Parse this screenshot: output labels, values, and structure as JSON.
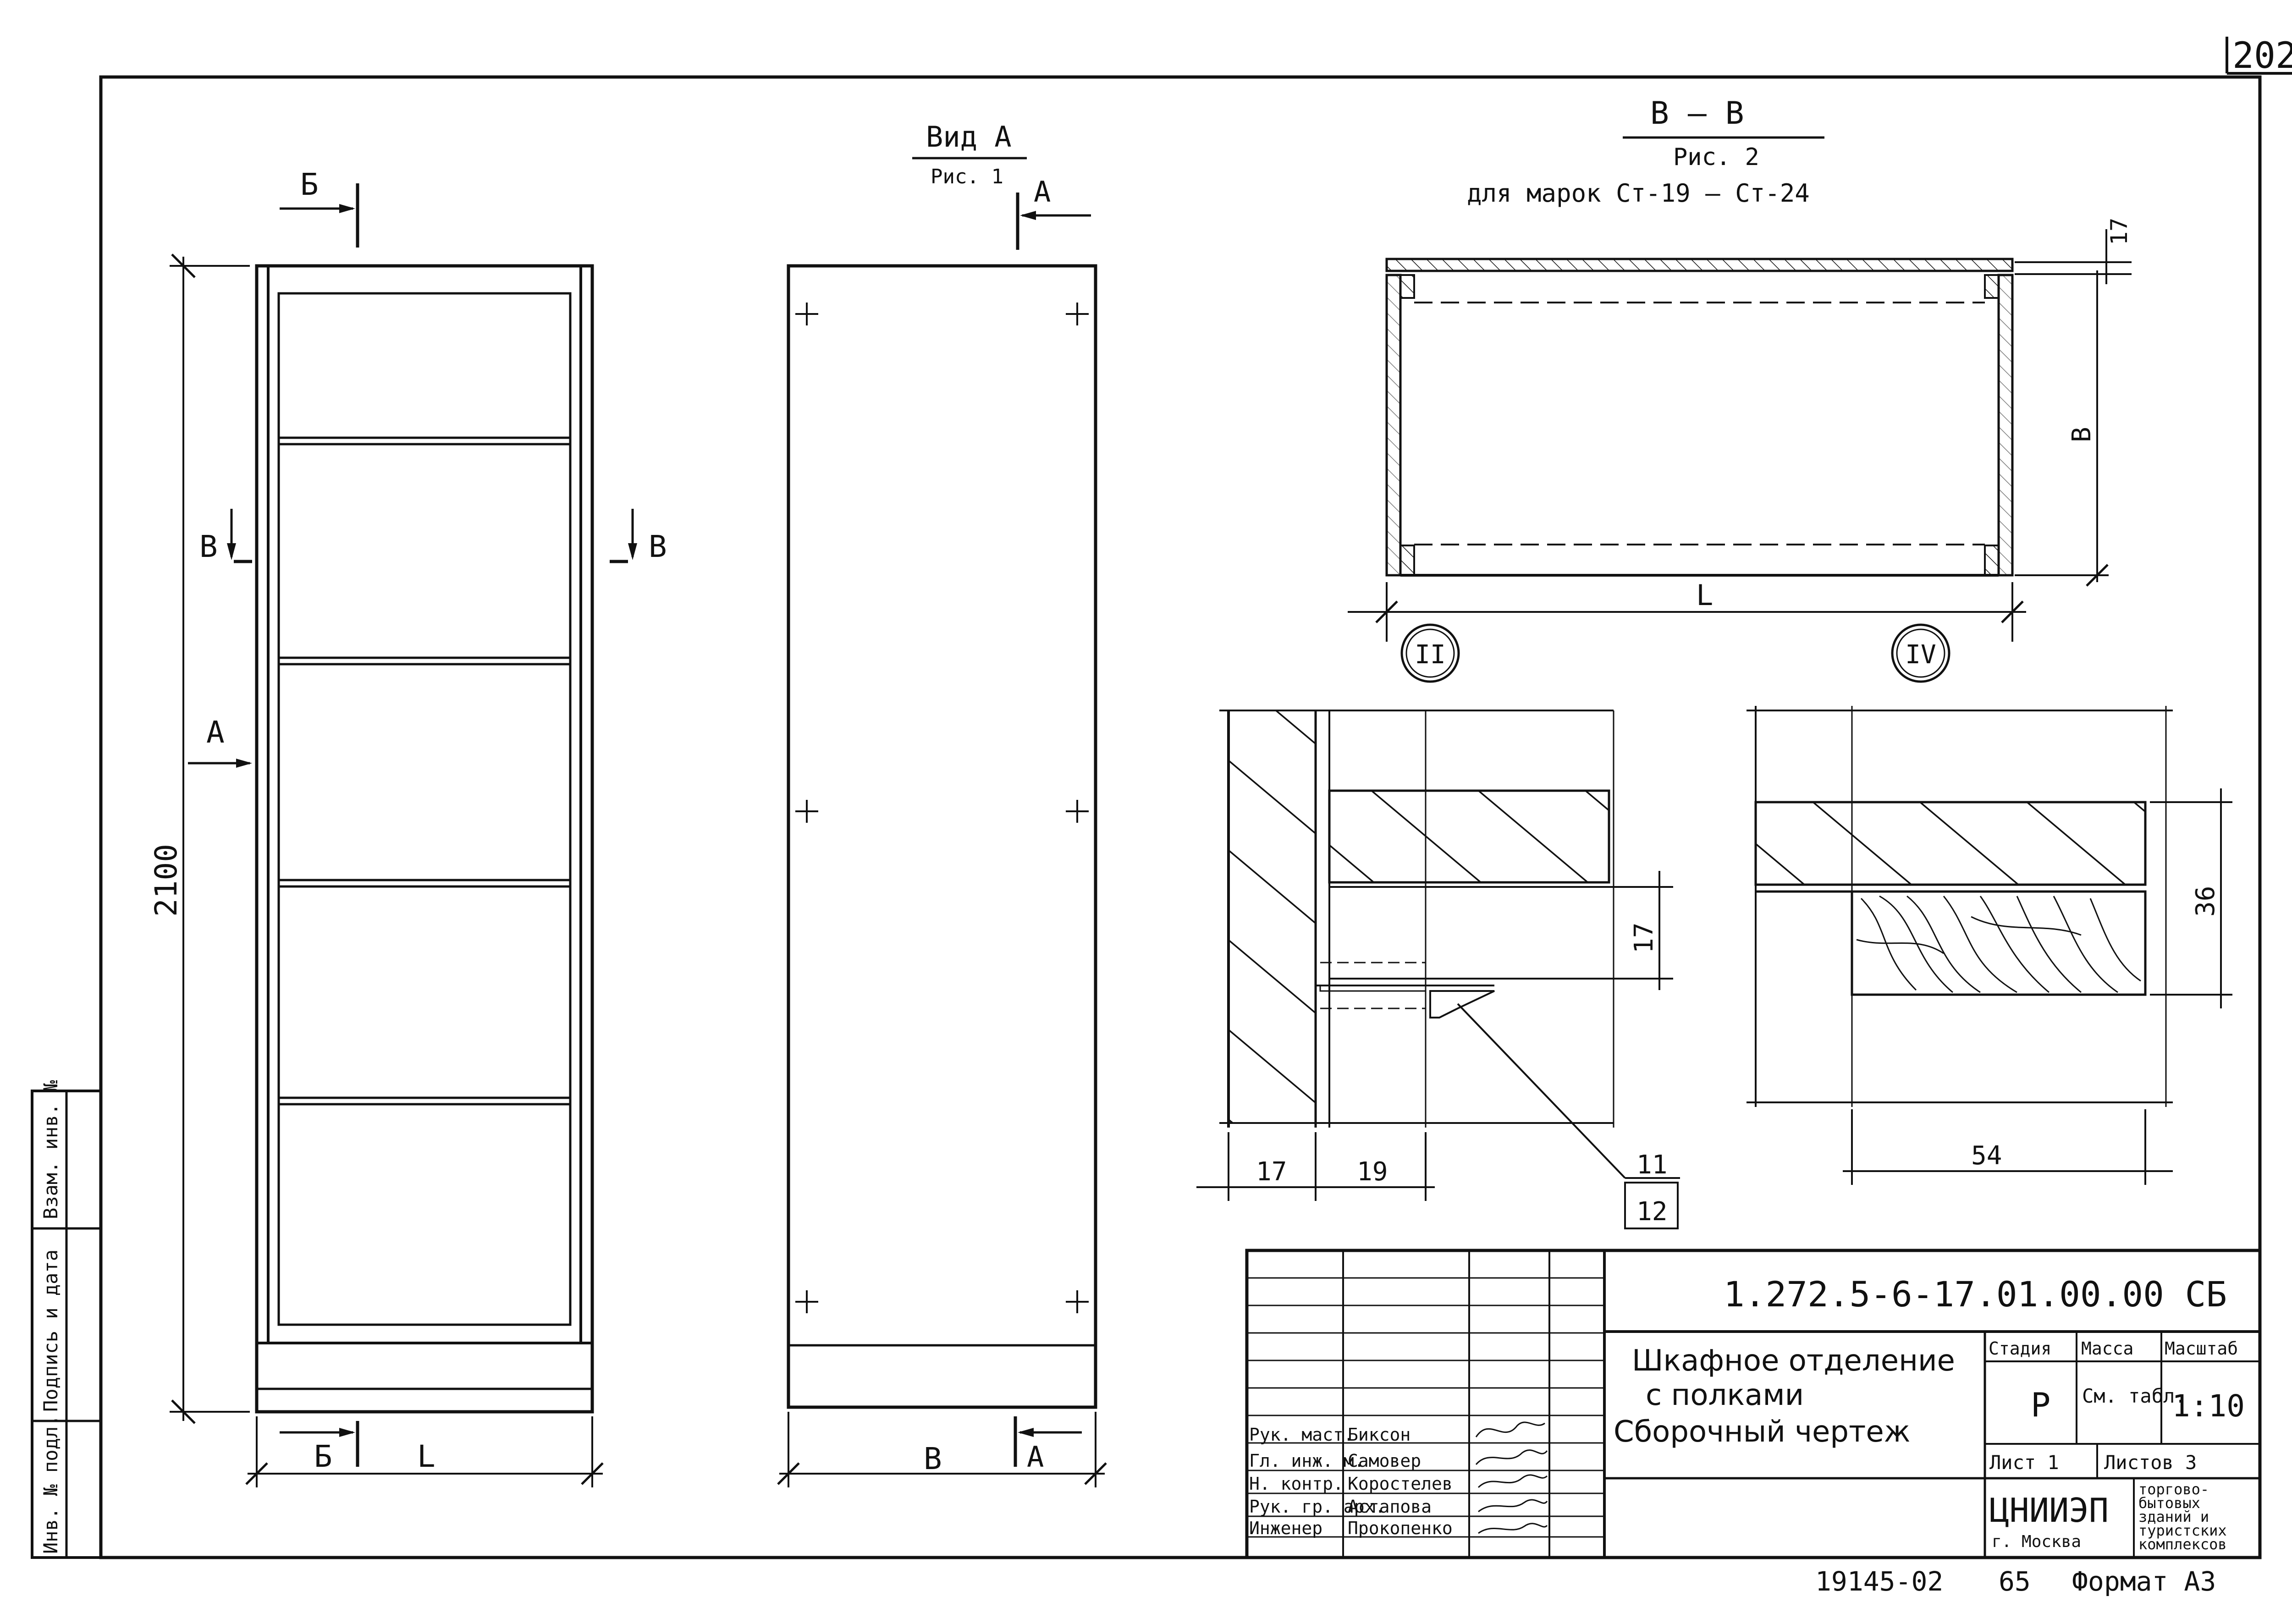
{
  "sheet_number": "202",
  "side_strip": {
    "inv_podl": "Инв. № подл.",
    "podpis_data": "Подпись и дата",
    "vzam_inv": "Взам. инв. №"
  },
  "front_view": {
    "section_b_top": "Б",
    "section_b_bottom": "Б",
    "section_v_left": "В",
    "section_v_right": "В",
    "view_a_marker": "А",
    "height_dim": "2100",
    "width_dim": "L"
  },
  "view_a": {
    "title": "Вид А",
    "ref": "Рис. 1",
    "marker_top": "А",
    "marker_bottom": "А",
    "width_dim": "В"
  },
  "section_vv": {
    "title": "В — В",
    "ref": "Рис. 2",
    "subtitle": "для марок Ст-19 — Ст-24",
    "dim_17": "17",
    "dim_b": "В",
    "dim_l": "L",
    "axis_left": "II",
    "axis_right": "IV"
  },
  "detail_left": {
    "dim_17_vertical": "17",
    "dim_17_bottom": "17",
    "dim_19_bottom": "19",
    "pos_11": "11",
    "pos_12": "12"
  },
  "detail_right": {
    "dim_36": "36",
    "dim_54": "54"
  },
  "title_block": {
    "code": "1.272.5-6-17.01.00.00 СБ",
    "name_line1": "Шкафное отделение",
    "name_line2": "с полками",
    "name_line3": "Сборочный чертеж",
    "stage_header": "Стадия",
    "mass_header": "Масса",
    "scale_header": "Масштаб",
    "stage_value": "Р",
    "mass_value": "См. табл.",
    "scale_value": "1:10",
    "sheet_label": "Лист 1",
    "sheets_label": "Листов 3",
    "org_name": "ЦНИИЭП",
    "org_city": "г. Москва",
    "org_desc_1": "торгово-",
    "org_desc_2": "бытовых",
    "org_desc_3": "зданий и",
    "org_desc_4": "туристских",
    "org_desc_5": "комплексов",
    "signers": [
      {
        "role": "Рук. маст.",
        "name": "Биксон"
      },
      {
        "role": "Гл. инж. м.",
        "name": "Самовер"
      },
      {
        "role": "Н. контр.",
        "name": "Коростелев"
      },
      {
        "role": "Рук. гр. арх.",
        "name": "Астапова"
      },
      {
        "role": "Инженер",
        "name": "Прокопенко"
      }
    ]
  },
  "footer": {
    "inv_number": "19145-02",
    "page": "65",
    "format": "Формат А3"
  }
}
